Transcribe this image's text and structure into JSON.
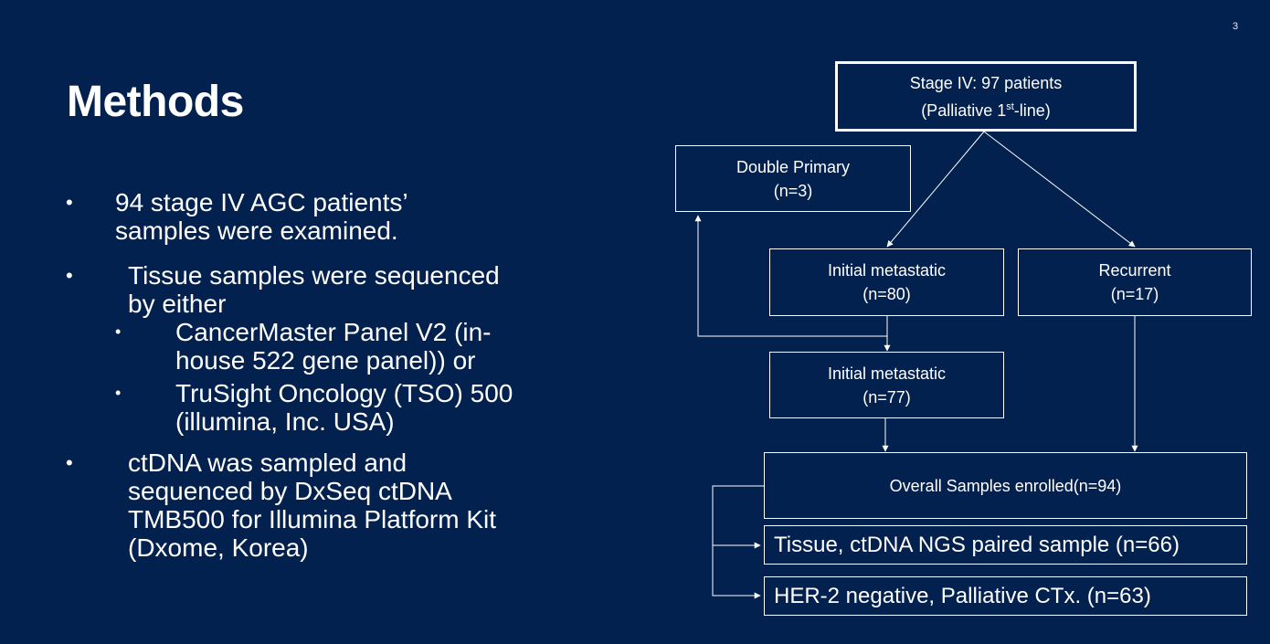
{
  "page_number": "3",
  "title": "Methods",
  "bullets": [
    {
      "lines": [
        "94 stage IV AGC patients’",
        "samples were examined."
      ]
    },
    {
      "lines": [
        "Tissue samples were sequenced",
        "by either"
      ],
      "sub": [
        {
          "lines": [
            "CancerMaster Panel V2 (in-",
            "house 522 gene panel)) or"
          ]
        },
        {
          "lines": [
            "TruSight Oncology (TSO) 500",
            "(illumina, Inc. USA)"
          ]
        }
      ]
    },
    {
      "lines": [
        "ctDNA was sampled and",
        "sequenced by DxSeq ctDNA",
        "TMB500 for Illumina Platform Kit",
        "(Dxome, Korea)"
      ]
    }
  ],
  "bullet_char": "•",
  "flowchart": {
    "stage_iv": {
      "line1": "Stage IV: 97 patients",
      "line2_pre": "(Palliative 1",
      "line2_sup": "st",
      "line2_post": "-line)"
    },
    "double_primary": {
      "line1": "Double Primary",
      "line2": "(n=3)"
    },
    "initial_metastatic_80": {
      "line1": "Initial metastatic",
      "line2": "(n=80)"
    },
    "recurrent": {
      "line1": "Recurrent",
      "line2": "(n=17)"
    },
    "initial_metastatic_77": {
      "line1": "Initial metastatic",
      "line2": "(n=77)"
    },
    "overall": {
      "line1": "Overall Samples enrolled(n=94)"
    },
    "tissue_ctdna": {
      "line1": "Tissue,  ctDNA NGS paired sample (n=66)"
    },
    "her2": {
      "line1": "HER-2 negative,  Palliative  CTx.  (n=63)"
    }
  },
  "colors": {
    "background": "#03214f",
    "foreground": "#ffffff"
  }
}
